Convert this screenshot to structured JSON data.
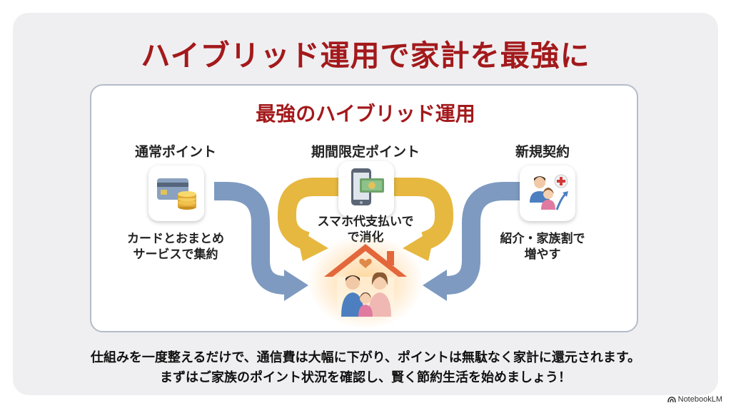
{
  "title": "ハイブリッド運用で家計を最強に",
  "panel": {
    "title": "最強のハイブリッド運用",
    "columns": [
      {
        "title": "通常ポイント",
        "desc_line1": "カードとおまとめ",
        "desc_line2": "サービスで集約",
        "icon": "credit-card-coins-icon"
      },
      {
        "title": "期間限定ポイント",
        "desc_line1": "スマホ代支払いで",
        "desc_line2": "で消化",
        "icon": "smartphone-payment-icon"
      },
      {
        "title": "新規契約",
        "desc_line1": "紹介・家族割で",
        "desc_line2": "増やす",
        "icon": "family-referral-icon"
      }
    ],
    "center_icon": "family-home-icon",
    "colors": {
      "blue_arrow": "#7e9ac0",
      "gold_arrow": "#e6b83f",
      "title_red": "#a3191b"
    }
  },
  "footer": {
    "line1": "仕組みを一度整えるだけで、通信費は大幅に下がり、ポイントは無駄なく家計に還元されます。",
    "line2": "まずはご家族のポイント状況を確認し、賢く節約生活を始めましょう！"
  },
  "branding": {
    "label": "NotebookLM"
  }
}
